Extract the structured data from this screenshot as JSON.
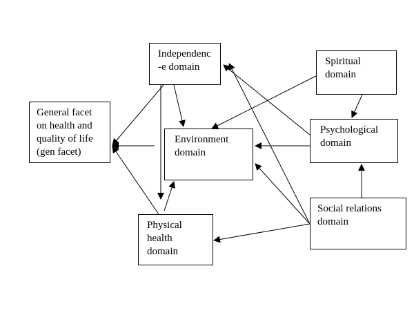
{
  "diagram": {
    "nodes": [
      {
        "id": "gen",
        "lines": [
          "General facet",
          "on health and",
          "quality of life",
          "(gen facet)"
        ]
      },
      {
        "id": "ind",
        "lines": [
          "Independenc",
          "-e domain"
        ]
      },
      {
        "id": "env",
        "lines": [
          "Environment",
          "domain"
        ]
      },
      {
        "id": "spi",
        "lines": [
          "Spiritual",
          "domain"
        ]
      },
      {
        "id": "psy",
        "lines": [
          "Psychological",
          "domain"
        ]
      },
      {
        "id": "soc",
        "lines": [
          "Social relations",
          "domain"
        ]
      },
      {
        "id": "phy",
        "lines": [
          "Physical",
          "health",
          "domain"
        ]
      }
    ],
    "edges": [
      {
        "from": "ind",
        "to": "gen"
      },
      {
        "from": "ind",
        "to": "env"
      },
      {
        "from": "ind",
        "to": "phy"
      },
      {
        "from": "spi",
        "to": "env"
      },
      {
        "from": "spi",
        "to": "psy"
      },
      {
        "from": "psy",
        "to": "env"
      },
      {
        "from": "psy",
        "to": "ind"
      },
      {
        "from": "env",
        "to": "gen"
      },
      {
        "from": "phy",
        "to": "gen"
      },
      {
        "from": "phy",
        "to": "env"
      },
      {
        "from": "soc",
        "to": "psy"
      },
      {
        "from": "soc",
        "to": "ind"
      },
      {
        "from": "soc",
        "to": "env"
      },
      {
        "from": "soc",
        "to": "phy"
      }
    ]
  }
}
